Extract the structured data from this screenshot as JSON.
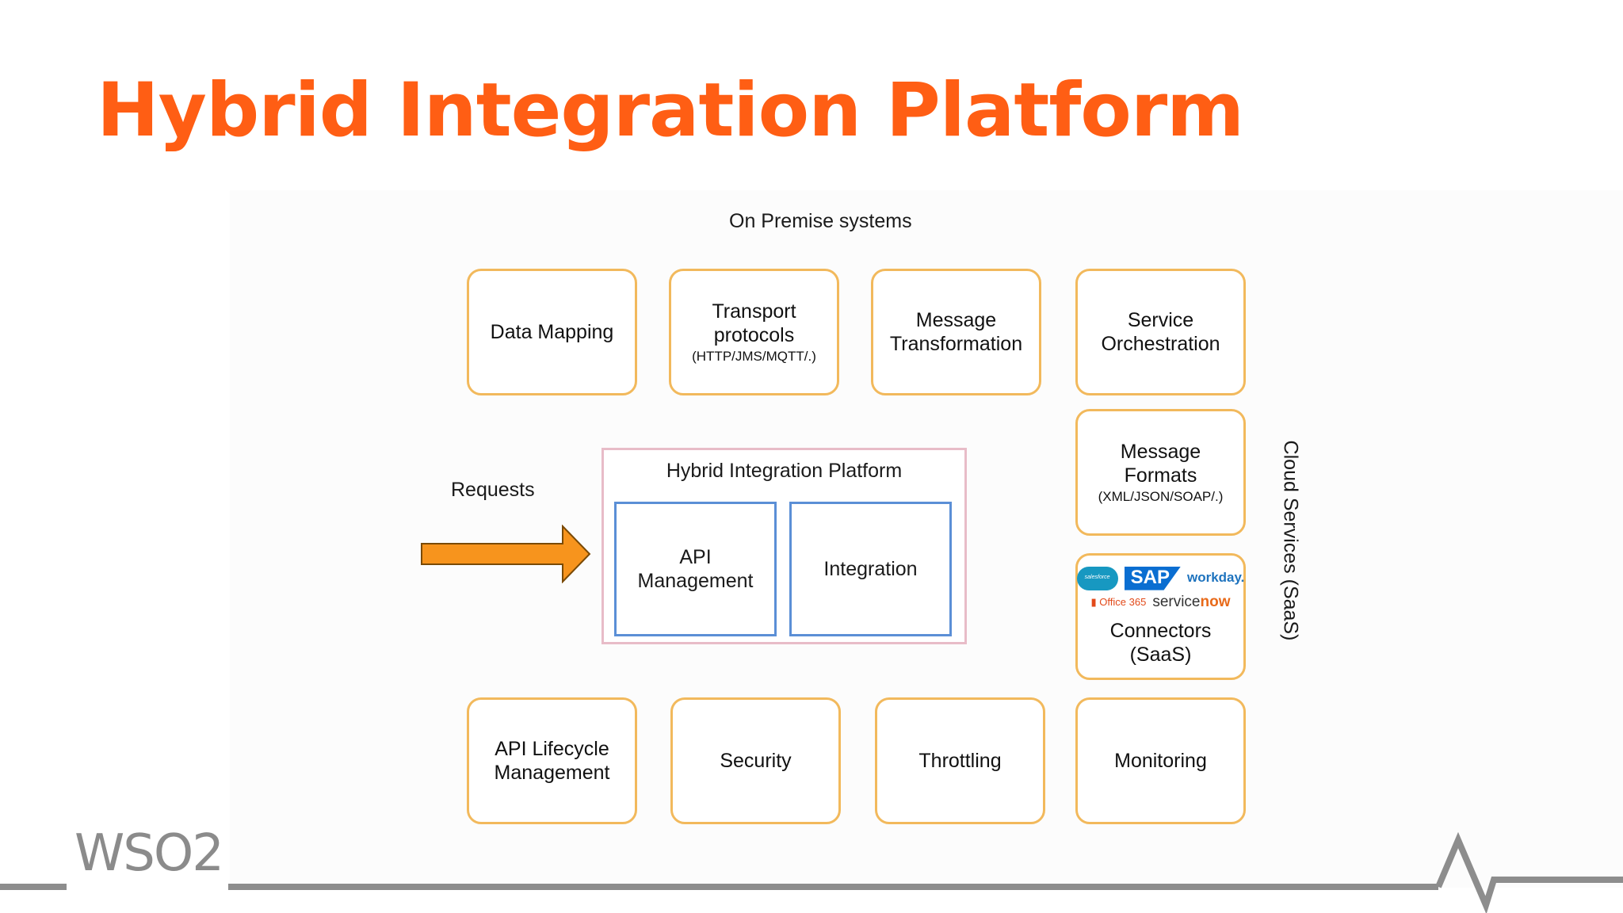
{
  "title": "Hybrid Integration Platform",
  "diagram": {
    "top_label": "On Premise systems",
    "requests_label": "Requests",
    "cloud_label": "Cloud Services (SaaS)",
    "platform": {
      "title": "Hybrid Integration Platform",
      "api_management": [
        "API",
        "Management"
      ],
      "integration": "Integration"
    },
    "top_boxes": {
      "data_mapping": "Data Mapping",
      "transport": {
        "lines": [
          "Transport",
          "protocols"
        ],
        "sub": "(HTTP/JMS/MQTT/.)"
      },
      "message_transformation": [
        "Message",
        "Transformation"
      ],
      "service_orchestration": [
        "Service",
        "Orchestration"
      ]
    },
    "right_boxes": {
      "message_formats": {
        "lines": [
          "Message",
          "Formats"
        ],
        "sub": "(XML/JSON/SOAP/.)"
      },
      "connectors": {
        "lines": [
          "Connectors",
          "(SaaS)"
        ],
        "logos": {
          "salesforce": "salesforce",
          "sap": "SAP",
          "workday": "workday.",
          "office": "Office 365",
          "servicenow_a": "service",
          "servicenow_b": "now"
        }
      }
    },
    "bottom_boxes": {
      "api_lifecycle": [
        "API Lifecycle",
        "Management"
      ],
      "security": "Security",
      "throttling": "Throttling",
      "monitoring": "Monitoring"
    },
    "arrow_color": "#f7941d",
    "box_border_color": "#f2b95c"
  },
  "footer": {
    "logo_text": "WSO2"
  }
}
